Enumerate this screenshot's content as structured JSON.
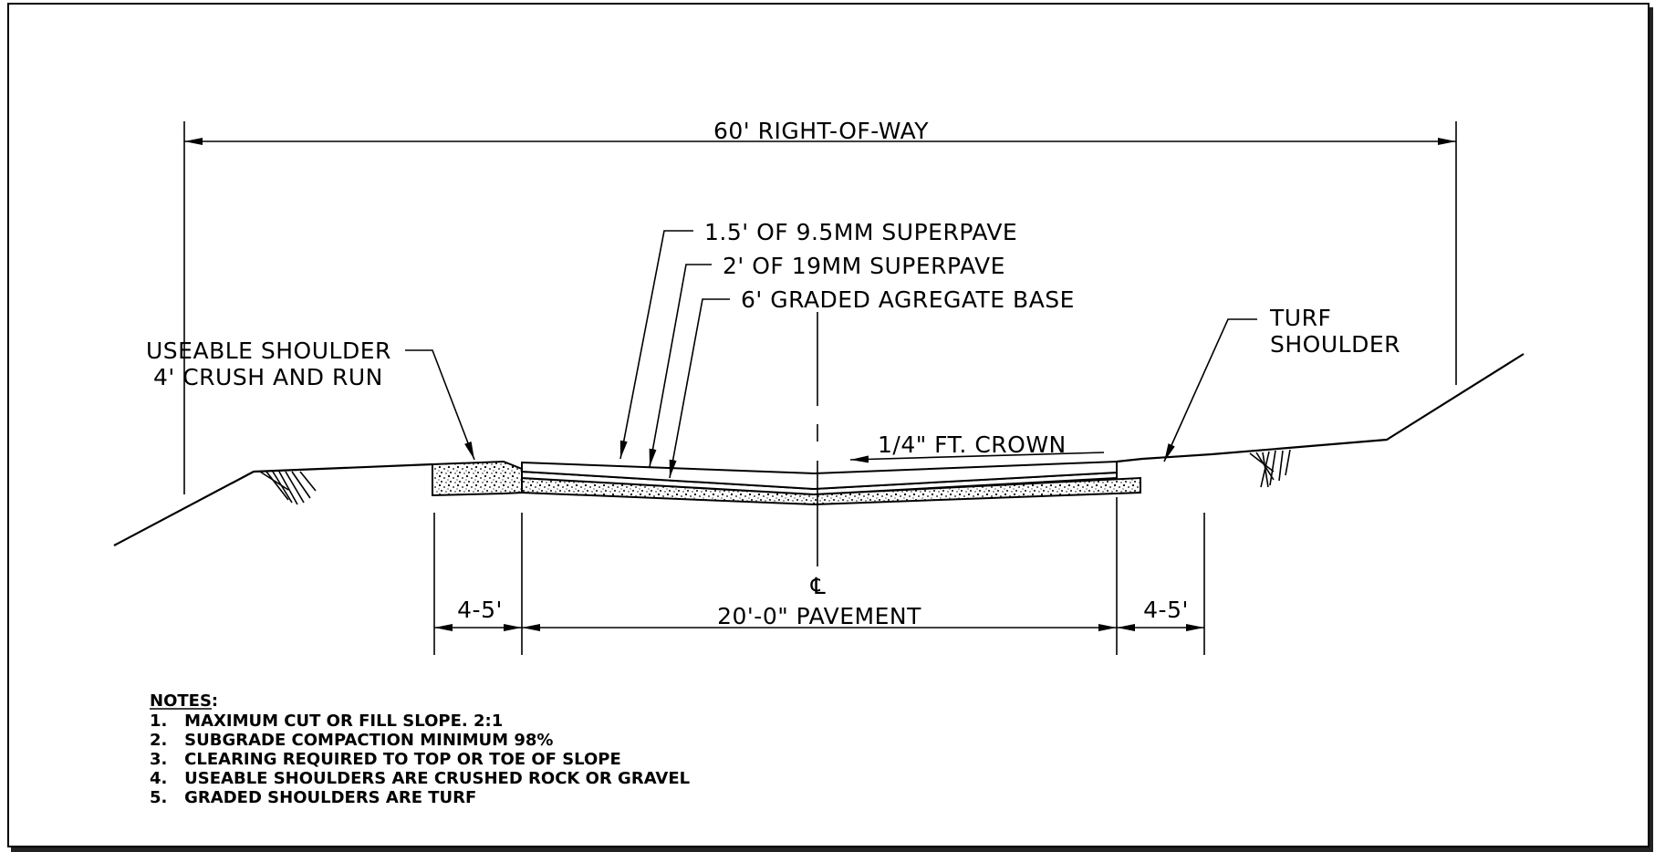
{
  "labels": {
    "right_of_way": "60' RIGHT-OF-WAY",
    "layer1": "1.5' OF 9.5MM SUPERPAVE",
    "layer2": "2' OF 19MM SUPERPAVE",
    "layer3": "6' GRADED AGREGATE BASE",
    "useable_shoulder_line1": "USEABLE SHOULDER",
    "useable_shoulder_line2": "4' CRUSH AND RUN",
    "turf_shoulder_line1": "TURF",
    "turf_shoulder_line2": "SHOULDER",
    "crown": "1/4\" FT. CROWN",
    "centerline": "℄",
    "pavement": "20'-0\" PAVEMENT",
    "shoulder_left_dim": "4-5'",
    "shoulder_right_dim": "4-5'"
  },
  "notes": {
    "heading": "NOTES:",
    "items": [
      "1.   MAXIMUM CUT OR FILL SLOPE. 2:1",
      "2.   SUBGRADE COMPACTION MINIMUM 98%",
      "3.   CLEARING REQUIRED TO TOP OR TOE OF SLOPE",
      "4.   USEABLE SHOULDERS ARE CRUSHED ROCK OR GRAVEL",
      "5.   GRADED SHOULDERS ARE TURF"
    ]
  },
  "colors": {
    "line": "#000000",
    "background": "#ffffff"
  }
}
